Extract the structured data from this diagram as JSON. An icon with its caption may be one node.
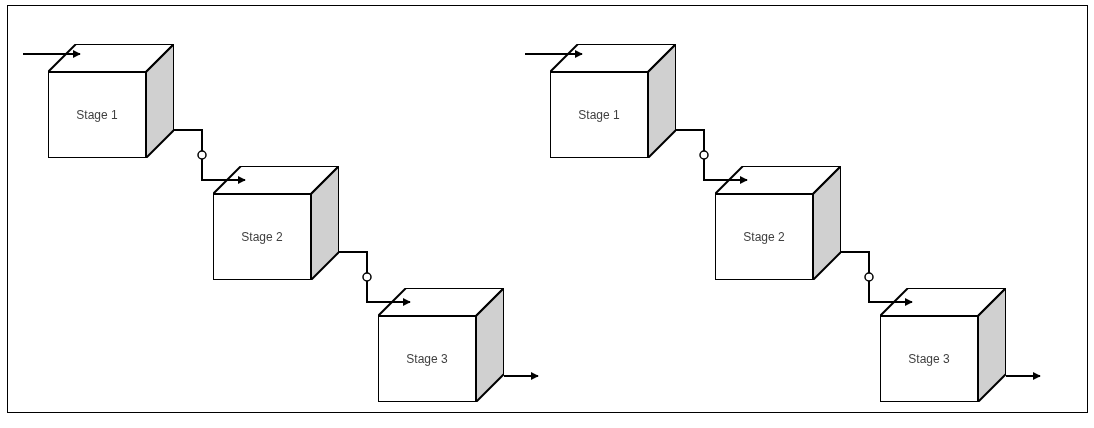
{
  "diagram": {
    "nodes": [
      {
        "text": [
          "Stage 1"
        ]
      },
      {
        "text": [
          "Stage 2"
        ]
      },
      {
        "text": [
          "Stage 3"
        ]
      },
      {
        "text": [
          "Stage 1"
        ]
      },
      {
        "text": [
          "Stage 2"
        ]
      },
      {
        "text": [
          "Stage 3"
        ]
      }
    ],
    "edges": [
      {
        "from": null,
        "to": 0,
        "arrow": "to"
      },
      {
        "from": 0,
        "to": 1,
        "arrow": "to"
      },
      {
        "from": 1,
        "to": 2,
        "arrow": "to"
      },
      {
        "from": 2,
        "to": null,
        "arrow": "to"
      },
      {
        "from": null,
        "to": 3,
        "arrow": "to"
      },
      {
        "from": 3,
        "to": 4,
        "arrow": "to"
      },
      {
        "from": 4,
        "to": 5,
        "arrow": "to"
      },
      {
        "from": 5,
        "to": null,
        "arrow": "to"
      }
    ]
  }
}
